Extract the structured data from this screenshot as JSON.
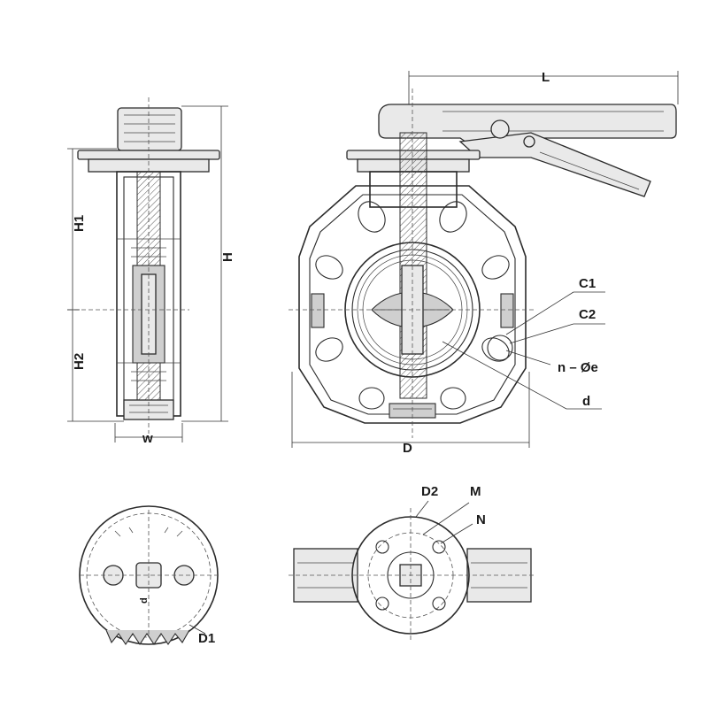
{
  "labels": {
    "L": "L",
    "H": "H",
    "H1": "H1",
    "H2": "H2",
    "W": "w",
    "D": "D",
    "C1": "C1",
    "C2": "C2",
    "n_phi_e": "n – Øe",
    "d": "d",
    "D1": "D1",
    "D2": "D2",
    "M": "M",
    "N": "N",
    "small_d": "d"
  }
}
